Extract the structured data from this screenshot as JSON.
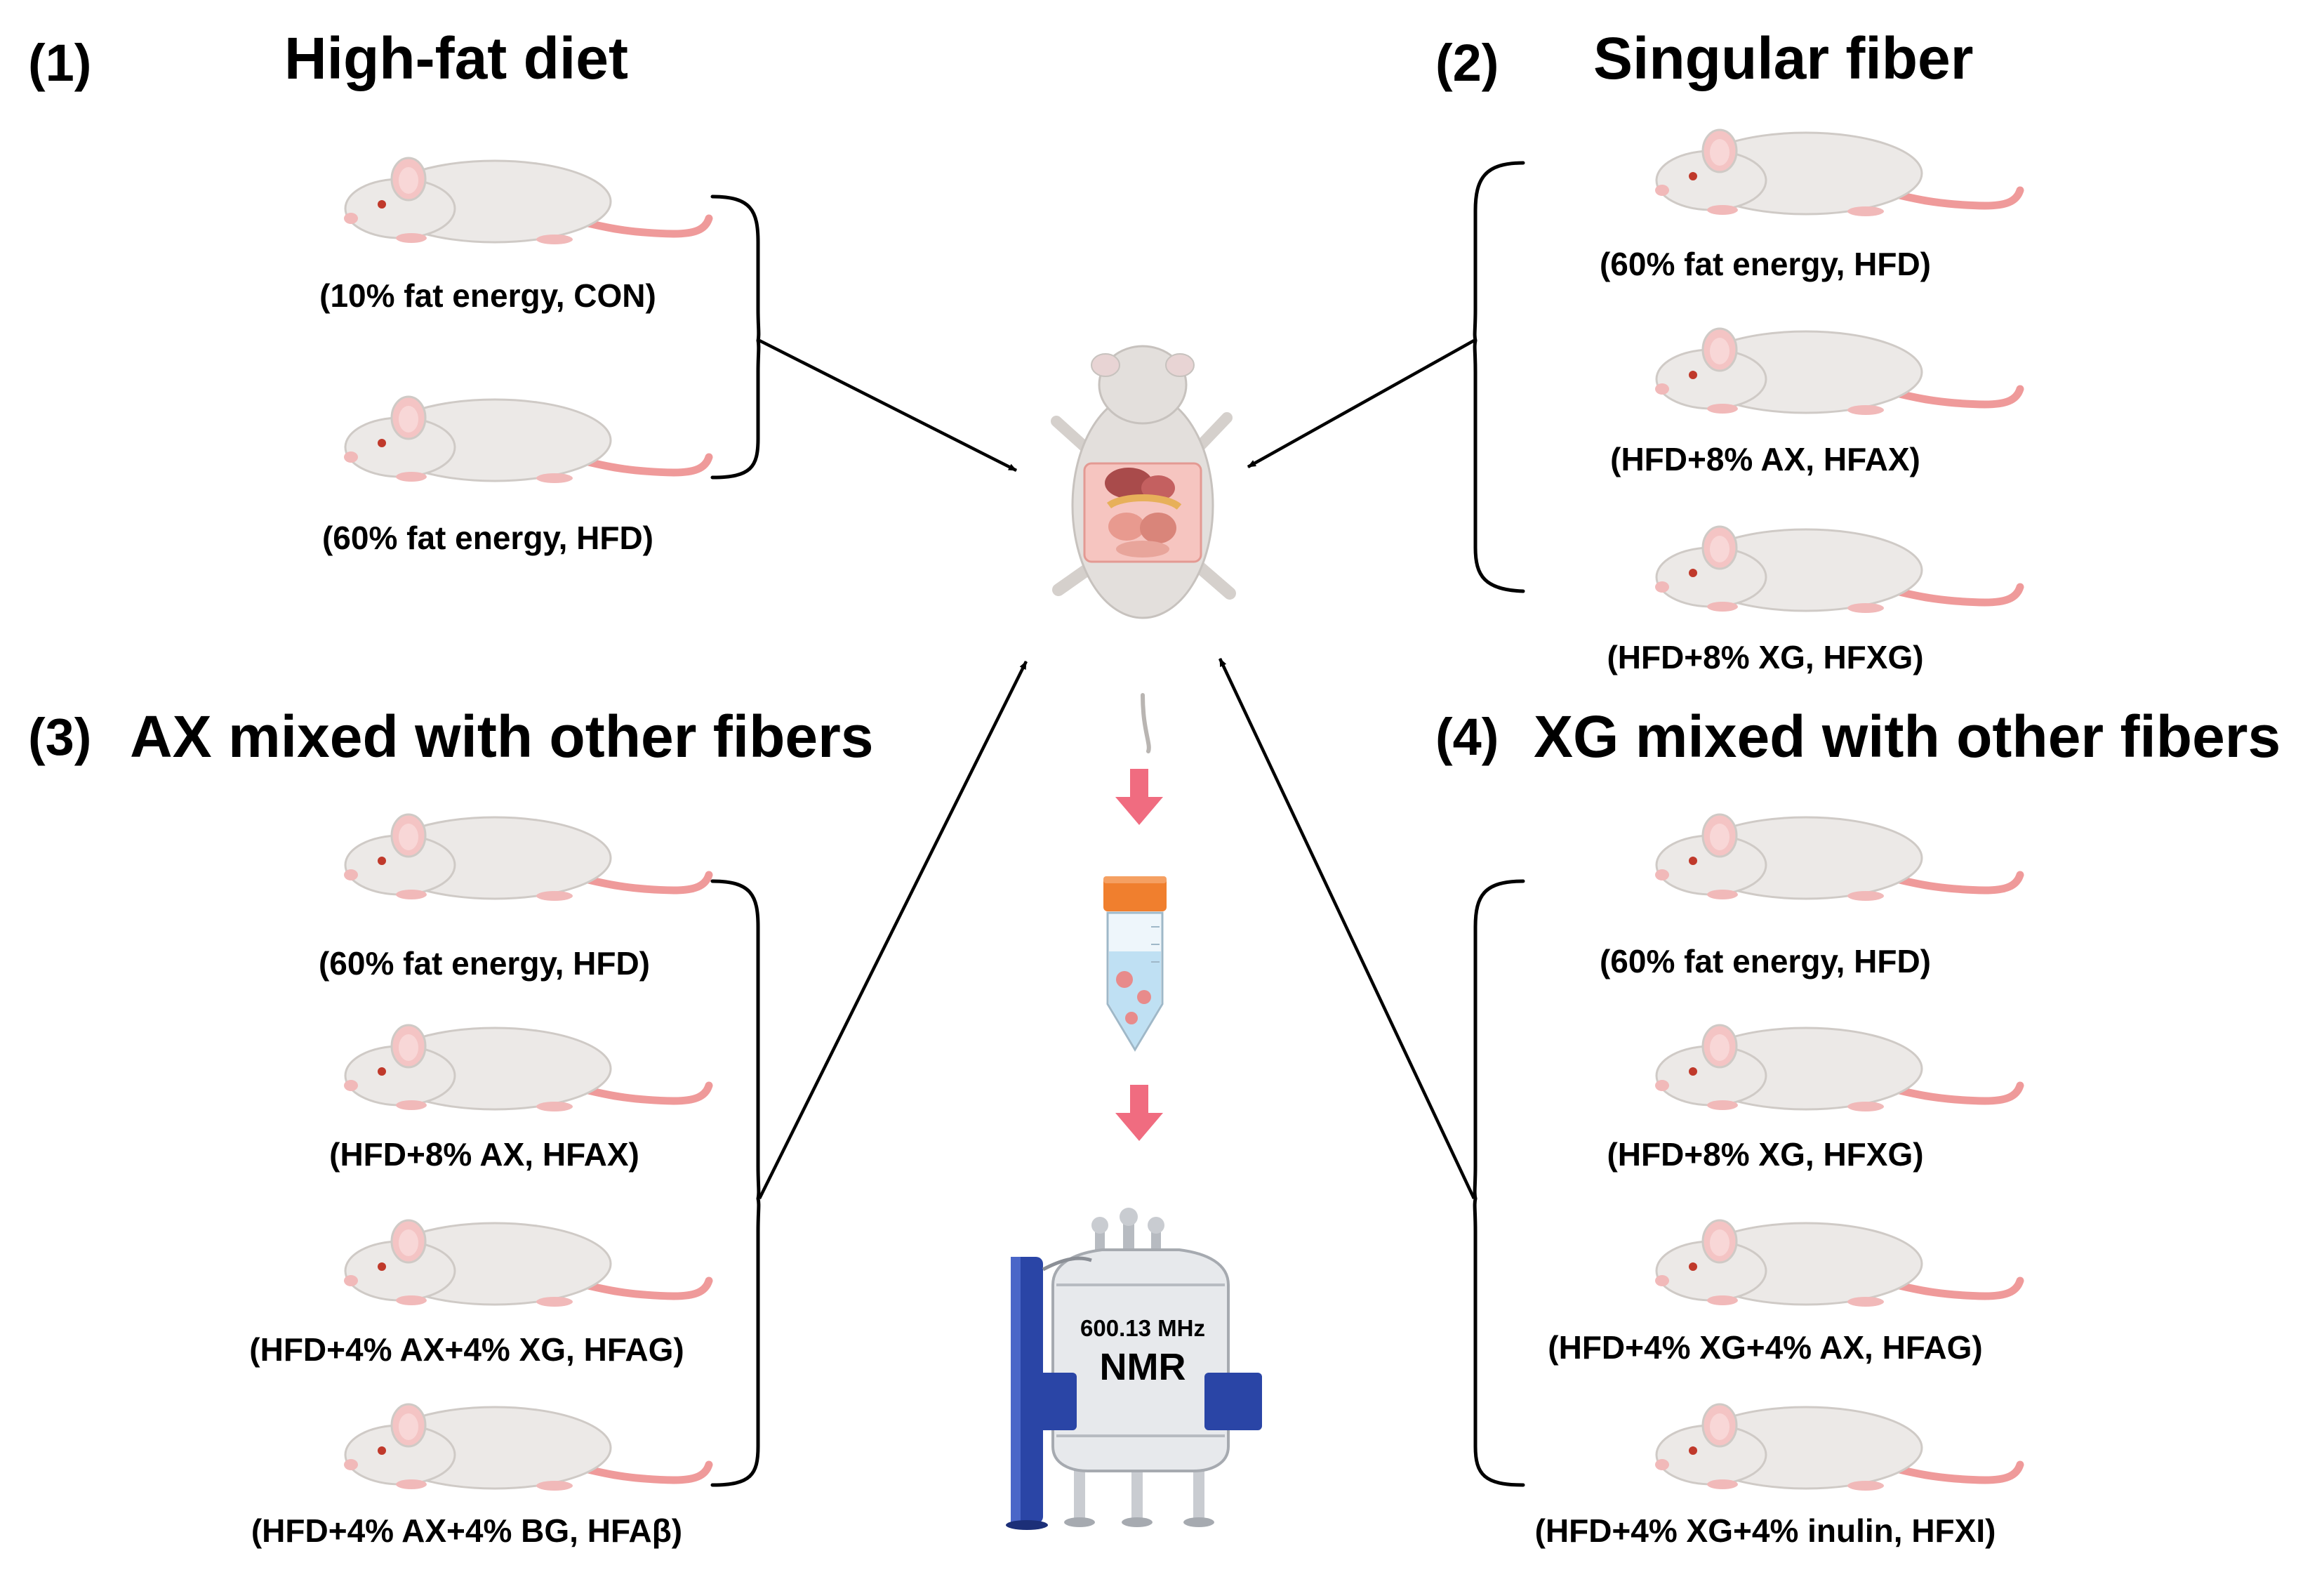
{
  "panels": {
    "p1": {
      "number": "(1)",
      "title": "High-fat diet"
    },
    "p2": {
      "number": "(2)",
      "title": "Singular fiber"
    },
    "p3": {
      "number": "(3)",
      "title": "AX mixed with other fibers"
    },
    "p4": {
      "number": "(4)",
      "title": "XG mixed with other fibers"
    }
  },
  "groups": {
    "p1": [
      "(10% fat energy, CON)",
      "(60% fat energy, HFD)"
    ],
    "p2": [
      "(60% fat energy, HFD)",
      "(HFD+8% AX, HFAX)",
      "(HFD+8% XG, HFXG)"
    ],
    "p3": [
      "(60% fat energy, HFD)",
      "(HFD+8% AX, HFAX)",
      "(HFD+4% AX+4% XG, HFAG)",
      "(HFD+4% AX+4% BG, HFAβ)"
    ],
    "p4": [
      "(60% fat energy, HFD)",
      "(HFD+8% XG, HFXG)",
      "(HFD+4% XG+4% AX, HFAG)",
      "(HFD+4% XG+4% inulin, HFXI)"
    ]
  },
  "nmr": {
    "frequency": "600.13 MHz",
    "label": "NMR"
  },
  "colors": {
    "mouse_body": "#ece9e7",
    "mouse_outline": "#cfcac6",
    "tail": "#ef9a9a",
    "process_arrow": "#f06c80",
    "tube_cap": "#f07f2e",
    "tube_liquid": "#bfe0f3",
    "magnet_blue": "#2a45a6"
  }
}
